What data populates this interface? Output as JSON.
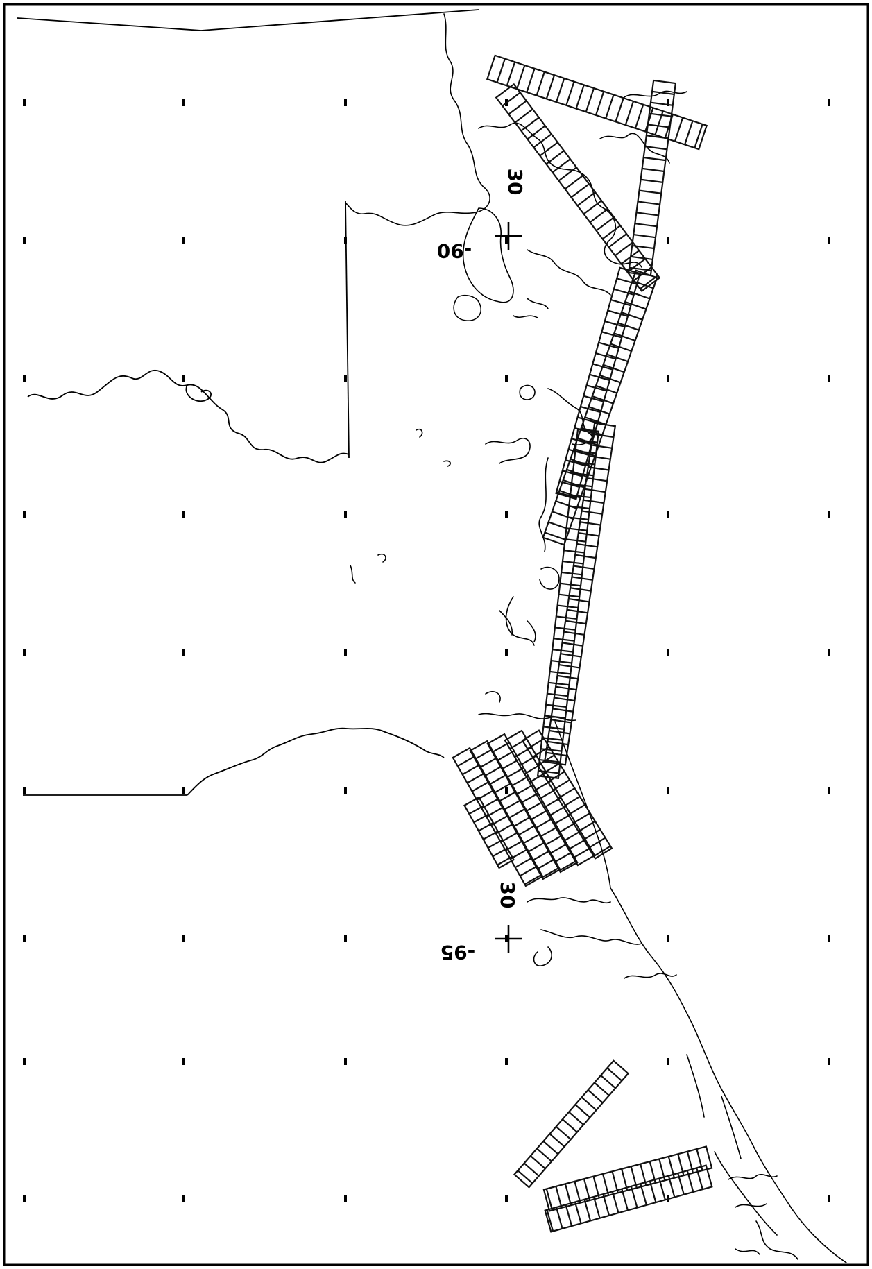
{
  "map": {
    "reference_marks": [
      {
        "id": "north",
        "lat_label": "30",
        "lon_label": "-90"
      },
      {
        "id": "south",
        "lat_label": "30",
        "lon_label": "-95"
      }
    ],
    "colors": {
      "ink": "#000000",
      "paper": "#ffffff"
    }
  }
}
